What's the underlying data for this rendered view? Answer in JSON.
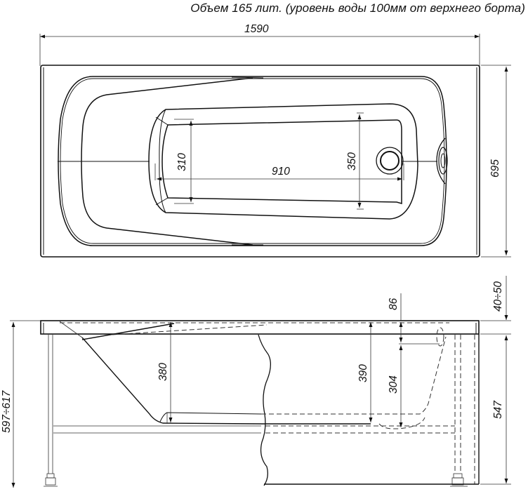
{
  "title": "Объем 165 лит. (уровень воды 100мм от верхнего борта)",
  "top_view": {
    "overall_length": "1590",
    "overall_width": "695",
    "bottom_width_head": "310",
    "bottom_width_foot": "350",
    "bottom_length": "910"
  },
  "side_view": {
    "total_height": "597÷617",
    "rim_thickness": "40÷50",
    "depth_head": "380",
    "depth_center": "390",
    "overflow_offset": "86",
    "overflow_to_bottom": "304",
    "panel_height": "547"
  },
  "colors": {
    "line": "#111111",
    "background": "#ffffff"
  }
}
